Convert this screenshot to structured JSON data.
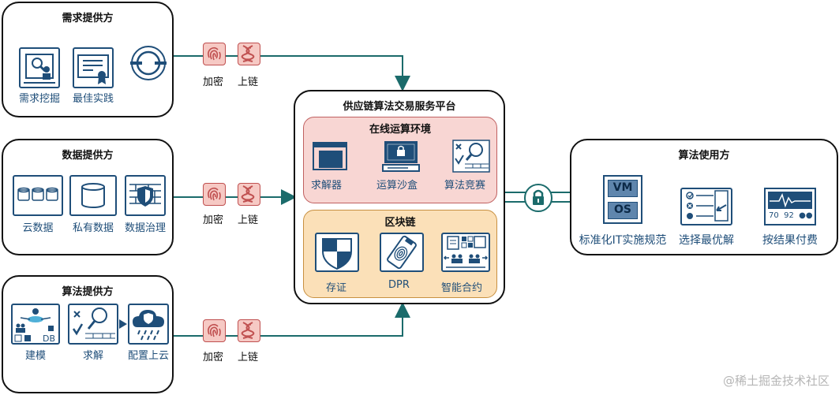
{
  "demand": {
    "title": "需求提供方",
    "item1": "需求挖掘",
    "item2": "最佳实践"
  },
  "data_provider": {
    "title": "数据提供方",
    "item1": "云数据",
    "item2": "私有数据",
    "item3": "数据治理"
  },
  "algo_provider": {
    "title": "算法提供方",
    "item1": "建模",
    "item2": "求解",
    "item3": "配置上云",
    "db_text": "DB"
  },
  "chain_labels": {
    "encrypt": "加密",
    "onchain": "上链"
  },
  "platform": {
    "title": "供应链算法交易服务平台",
    "env": {
      "title": "在线运算环境",
      "item1": "求解器",
      "item2": "运算沙盒",
      "item3": "算法竞赛"
    },
    "chain": {
      "title": "区块链",
      "item1": "存证",
      "item2": "DPR",
      "item3": "智能合约"
    }
  },
  "user": {
    "title": "算法使用方",
    "item1": "标准化IT实施规范",
    "item2": "选择最优解",
    "item3": "按结果付费",
    "vm": "VM",
    "os": "OS",
    "monitor_nums": "70  92  ●●"
  },
  "watermark": "@稀土掘金技术社区",
  "colors": {
    "icon_blue": "#1f4e79",
    "arrow_teal": "#1b6b6b",
    "env_bg": "#f8d6d3",
    "chain_bg": "#fbe0b8"
  }
}
